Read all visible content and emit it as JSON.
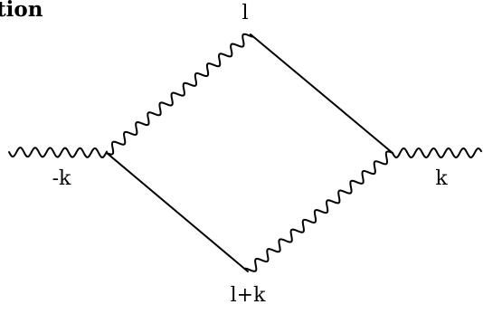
{
  "title_fragment": "tion",
  "labels": {
    "top": "l",
    "left": "-k",
    "right": "k",
    "bottom": "l+k"
  }
}
